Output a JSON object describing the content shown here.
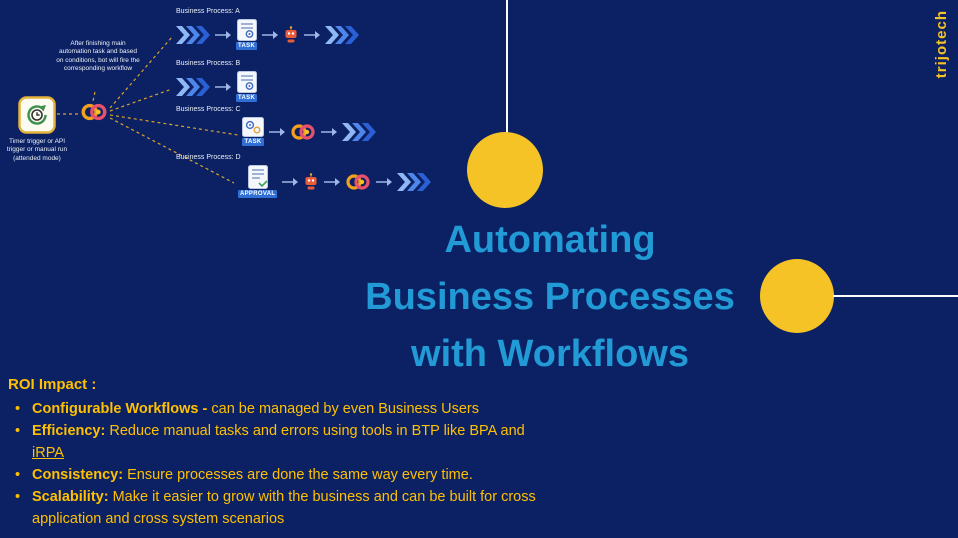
{
  "slide": {
    "background_color": "#0B2163",
    "accent_yellow": "#F5C326",
    "title_blue": "#219AD6",
    "roi_yellow": "#FFC000"
  },
  "brand": {
    "name": "trijotech"
  },
  "title": {
    "line1": "Automating",
    "line2": "Business Processes",
    "line3": "with Workflows"
  },
  "roi": {
    "heading": "ROI Impact :",
    "bullets": [
      {
        "bold": "Configurable Workflows - ",
        "text": "can be managed by even Business Users",
        "underline": ""
      },
      {
        "bold": "Efficiency: ",
        "text": "Reduce manual tasks and errors using tools in BTP like BPA and",
        "underline": "iRPA"
      },
      {
        "bold": "Consistency: ",
        "text": "Ensure processes are done the same way every time.",
        "underline": ""
      },
      {
        "bold": "Scalability: ",
        "text": "Make it easier to grow with the business and can be built for cross application and cross system scenarios",
        "underline": ""
      }
    ]
  },
  "diagram": {
    "note": "After finishing main automation task and based on conditions, bot will fire the corresponding workflow",
    "trigger_label": "Timer trigger or API trigger or manual run (attended mode)",
    "task_label": "TASK",
    "approval_label": "APPROVAL",
    "rows": [
      {
        "label": "Business Process: A"
      },
      {
        "label": "Business Process: B"
      },
      {
        "label": "Business Process: C"
      },
      {
        "label": "Business Process: D"
      }
    ]
  }
}
